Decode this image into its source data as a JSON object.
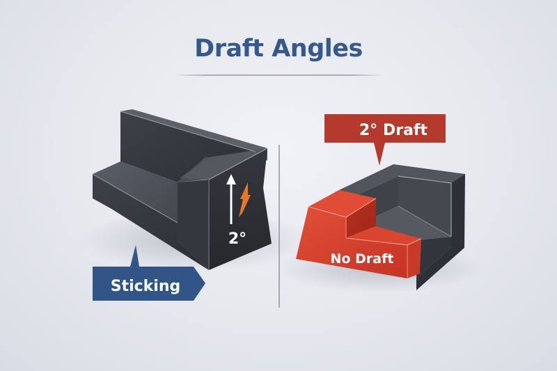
{
  "title": "Draft Angles",
  "left_panel": {
    "angle_label": "2°",
    "callout_label": "Sticking",
    "callout_color": "#2f5687",
    "arrow_color": "#ffffff",
    "accent_arrow_color": "#e8762a",
    "block_color": "#3a3d44"
  },
  "right_panel": {
    "top_callout_label": "2° Draft",
    "top_callout_color": "#b33a2c",
    "region_label": "No Draft",
    "region_color": "#d7412d",
    "block_color": "#3b3f46"
  },
  "colors": {
    "title": "#35598a",
    "background": "#e8eaef",
    "divider": "#8f949c"
  }
}
